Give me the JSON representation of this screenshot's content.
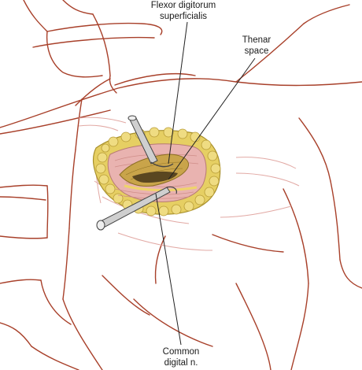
{
  "labels": {
    "flexor": {
      "line1": "Flexor digitorum",
      "line2": "superficialis"
    },
    "thenar": {
      "line1": "Thenar",
      "line2": "space"
    },
    "digital": {
      "line1": "Common",
      "line2": "digital n."
    }
  },
  "colors": {
    "skin_outline": "#a8402a",
    "fat": "#e6cf63",
    "fat_outline": "#a78f2c",
    "muscle": "#c9a44a",
    "pink_tissue": "#e9b3b0",
    "leader_line": "#222222",
    "instrument": "#cfcfcf"
  }
}
